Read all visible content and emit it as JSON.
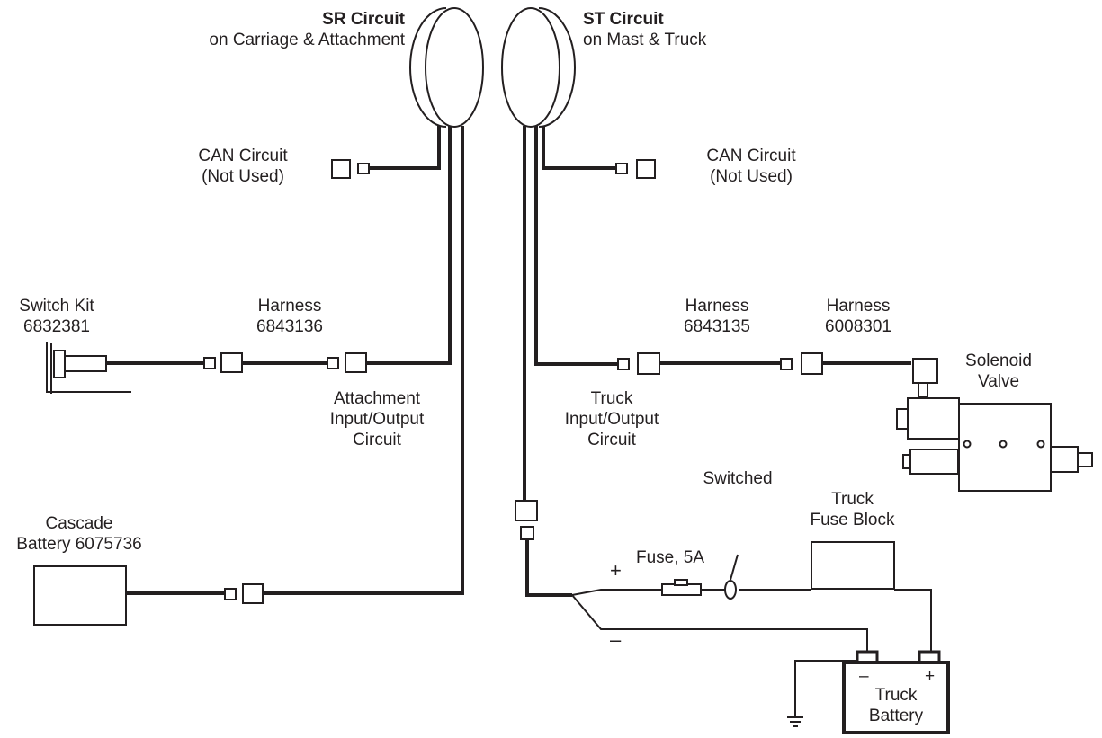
{
  "sr_circuit": {
    "title": "SR Circuit",
    "subtitle": "on Carriage & Attachment"
  },
  "st_circuit": {
    "title": "ST Circuit",
    "subtitle": "on Mast & Truck"
  },
  "can_left": {
    "line1": "CAN Circuit",
    "line2": "(Not Used)"
  },
  "can_right": {
    "line1": "CAN Circuit",
    "line2": "(Not Used)"
  },
  "switch_kit": {
    "line1": "Switch Kit",
    "line2": "6832381"
  },
  "harness_a": {
    "line1": "Harness",
    "line2": "6843136"
  },
  "harness_b": {
    "line1": "Harness",
    "line2": "6843135"
  },
  "harness_c": {
    "line1": "Harness",
    "line2": "6008301"
  },
  "solenoid": {
    "line1": "Solenoid",
    "line2": "Valve"
  },
  "attachment_io": {
    "line1": "Attachment",
    "line2": "Input/Output",
    "line3": "Circuit"
  },
  "truck_io": {
    "line1": "Truck",
    "line2": "Input/Output",
    "line3": "Circuit"
  },
  "cascade_battery": {
    "line1": "Cascade",
    "line2": "Battery 6075736"
  },
  "switched": "Switched",
  "fuse": "Fuse, 5A",
  "fuse_block": {
    "line1": "Truck",
    "line2": "Fuse Block"
  },
  "truck_battery": {
    "line1": "Truck",
    "line2": "Battery"
  },
  "polarity": {
    "plus": "+",
    "minus": "–"
  },
  "colors": {
    "line": "#231f20",
    "background": "#ffffff"
  }
}
